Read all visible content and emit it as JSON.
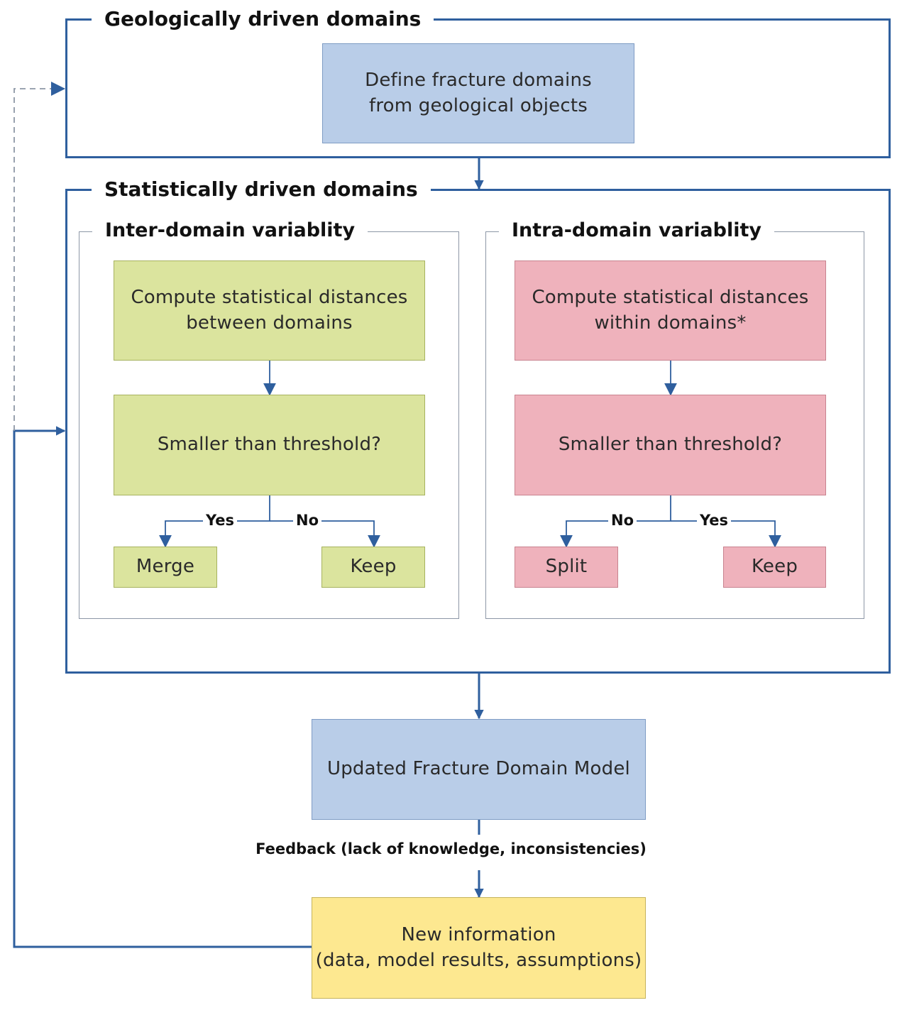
{
  "geological": {
    "title": "Geologically driven domains",
    "define_box": [
      "Define fracture domains",
      "from geological objects"
    ]
  },
  "statistical": {
    "title": "Statistically driven domains",
    "inter": {
      "title": "Inter-domain variablity",
      "compute_box": [
        "Compute statistical distances",
        "between domains"
      ],
      "threshold_box": "Smaller than threshold?",
      "yes_label": "Yes",
      "no_label": "No",
      "merge_box": "Merge",
      "keep_box": "Keep"
    },
    "intra": {
      "title": "Intra-domain variablity",
      "compute_box": [
        "Compute statistical distances",
        "within domains*"
      ],
      "threshold_box": "Smaller than threshold?",
      "no_label": "No",
      "yes_label": "Yes",
      "split_box": "Split",
      "keep_box": "Keep"
    }
  },
  "updated_model_box": "Updated Fracture Domain Model",
  "feedback_label": "Feedback (lack of knowledge, inconsistencies)",
  "new_info_box": [
    "New information",
    "(data, model results, assumptions)"
  ],
  "colors": {
    "outer_frame": "#2f5f9e",
    "arrow": "#2f5f9e",
    "blue_box": "#b9cde8",
    "green_box": "#dbe49e",
    "pink_box": "#efb2bc",
    "yellow_box": "#fde890"
  }
}
